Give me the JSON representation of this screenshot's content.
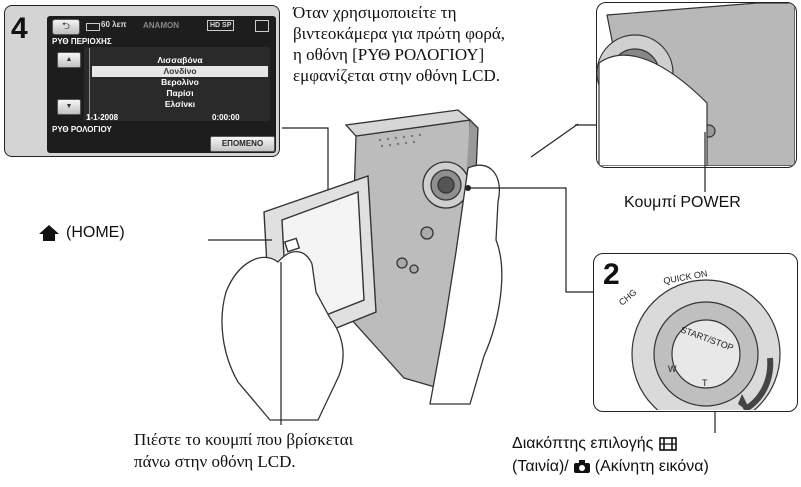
{
  "step4": {
    "number": "4",
    "lcd": {
      "back_symbol": "⮌",
      "battery_minutes": "60 λεπ",
      "rec_status": "ΑΝΑΜΟΝ",
      "quality_badge": "HD SP",
      "menu_title": "ΡΥΘ ΠΕΡΙΟΧΗΣ",
      "cities": [
        "Λισσαβόνα",
        "Λονδίνο",
        "Βερολίνο",
        "Παρίσι",
        "Ελσίνκι"
      ],
      "selected_city": "Λονδίνο",
      "scroll_up_symbol": "▲",
      "scroll_down_symbol": "▼",
      "date": "1-1-2008",
      "time": "0:00:00",
      "clock_label": "ΡΥΘ ΡΟΛΟΓΙΟΥ",
      "next_button": "ΕΠΟΜΕΝΟ"
    }
  },
  "instructions": "Όταν χρησιμοποιείτε τη\nβιντεοκάμερα για πρώτη φορά,\nη οθόνη [ΡΥΘ ΡΟΛΟΓΙΟΥ]\nεμφανίζεται στην οθόνη LCD.",
  "home_label": "(HOME)",
  "power_caption": "Κουμπί POWER",
  "step2": {
    "number": "2",
    "dial_labels": {
      "chg": "CHG",
      "quick_on": "QUICK ON",
      "start_stop": "START/STOP",
      "w": "W",
      "t": "T"
    }
  },
  "bottom_left_caption": "Πιέστε το κουμπί που βρίσκεται\nπάνω στην οθόνη LCD.",
  "bottom_right_caption": {
    "line1": "Διακόπτης επιλογής",
    "line2_a": "(Ταινία)/",
    "line2_b": "(Ακίνητη εικόνα)"
  }
}
